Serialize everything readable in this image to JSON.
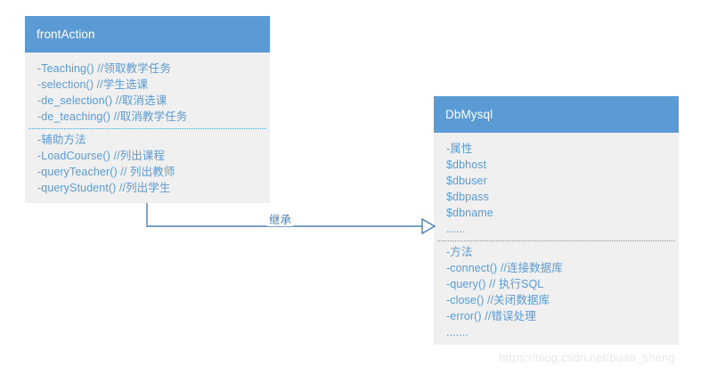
{
  "diagram": {
    "type": "uml-class-diagram",
    "colors": {
      "header_fill": "#5B9BD5",
      "body_fill": "#F0F0F0",
      "text": "#5B9BD5",
      "header_text": "#FFFFFF",
      "connector": "#4A7FB5",
      "watermark": "#E8E8E8"
    },
    "classes": [
      {
        "name": "frontAction",
        "compartments": [
          {
            "rows": [
              "-Teaching()  //领取教学任务",
              "-selection() //学生选课",
              "-de_selection() //取消选课",
              "-de_teaching() //取消教学任务"
            ]
          },
          {
            "rows": [
              "-辅助方法",
              "-LoadCourse() //列出课程",
              "-queryTeacher() // 列出教师",
              "-queryStudent() //列出学生"
            ]
          }
        ]
      },
      {
        "name": "DbMysql",
        "compartments": [
          {
            "rows": [
              "-属性",
              "$dbhost",
              "$dbuser",
              "$dbpass",
              "$dbname",
              "......"
            ]
          },
          {
            "rows": [
              "-方法",
              "-connect() //连接数据库",
              "-query() // 执行SQL",
              "-close() //关闭数据库",
              "-error() //错误处理",
              "......."
            ]
          }
        ]
      }
    ],
    "connector": {
      "label": "继承",
      "kind": "generalization",
      "from": "frontAction",
      "to": "DbMysql",
      "arrowhead": "hollow-triangle"
    },
    "watermark": "https://blog.csdn.net/buaa_sheng"
  }
}
